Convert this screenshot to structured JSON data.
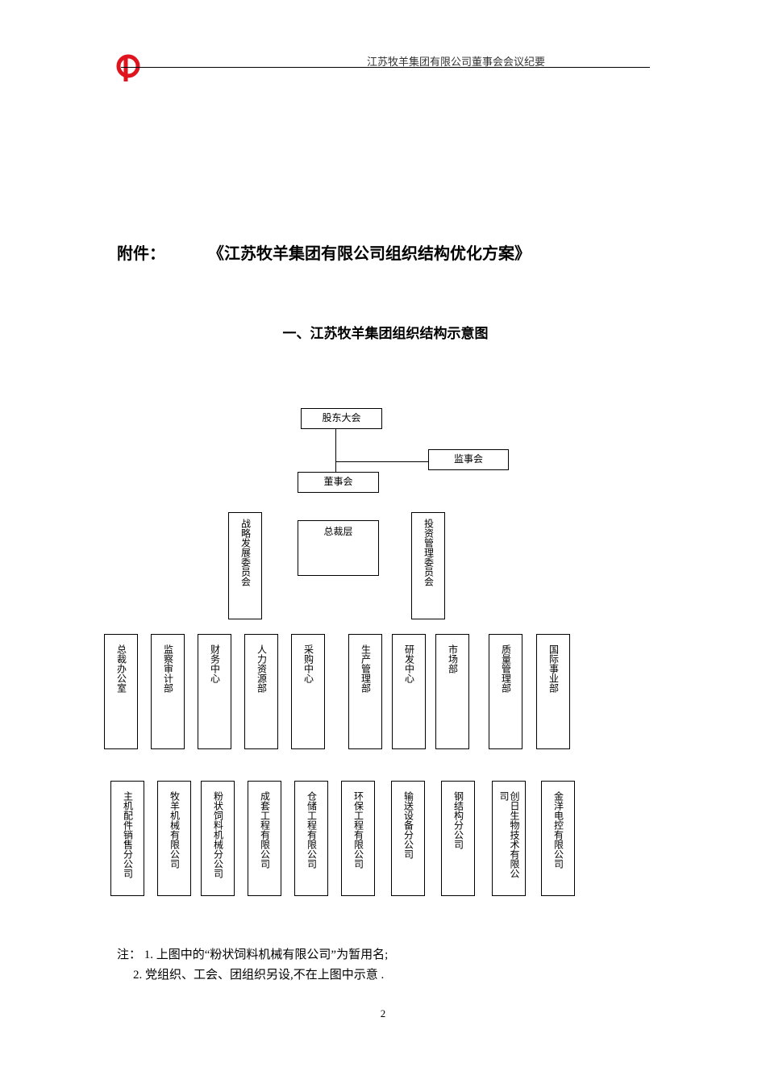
{
  "header": {
    "company_line": "江苏牧羊集团有限公司董事会会议纪要"
  },
  "title": {
    "label": "附件：",
    "name": "《江苏牧羊集团有限公司组织结构优化方案》"
  },
  "section_title": "一、江苏牧羊集团组织结构示意图",
  "chart": {
    "shareholders": "股东大会",
    "supervisors": "监事会",
    "board": "董事会",
    "president": "总裁层",
    "strategy": "战略发展委员会",
    "investment": "投资管理委员会",
    "departments": [
      "总裁办公室",
      "监察审计部",
      "财务中心",
      "人力资源部",
      "采购中心",
      "生产管理部",
      "研发中心",
      "市场部",
      "质量管理部",
      "国际事业部"
    ],
    "subsidiaries": [
      "主机配件销售分公司",
      "牧羊机械有限公司",
      "粉状饲料机械分公司",
      "成套工程有限公司",
      "仓储工程有限公司",
      "环保工程有限公司",
      "输送设备分公司",
      "钢结构分公司",
      "创日生物技术有限公司",
      "金洋电控有限公司"
    ]
  },
  "notes": {
    "line1": "注： 1. 上图中的“粉状饲料机械有限公司”为暂用名;",
    "line2": "2. 党组织、工会、团组织另设,不在上图中示意 ."
  },
  "page_number": "2",
  "colors": {
    "logo": "#e0141e"
  }
}
